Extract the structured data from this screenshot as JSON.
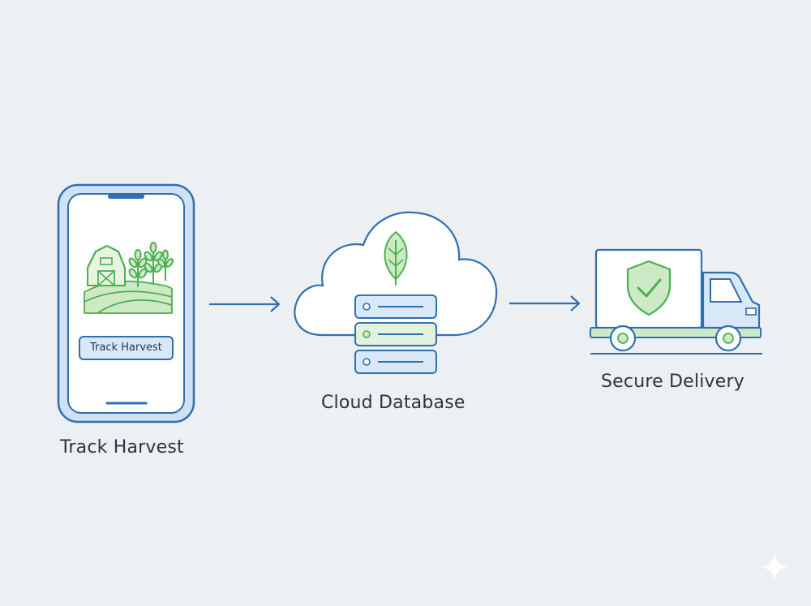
{
  "colors": {
    "background": "#edf0f3",
    "primary_blue": "#2f6fb0",
    "light_blue": "#d9e8f7",
    "accent_green": "#4caf50",
    "light_green": "#cde9c5",
    "text": "#2b3440"
  },
  "steps": [
    {
      "icon": "smartphone-farm-icon",
      "label": "Track Harvest",
      "screen_button_label": "Track Harvest"
    },
    {
      "icon": "cloud-database-icon",
      "label": "Cloud Database"
    },
    {
      "icon": "delivery-truck-shield-icon",
      "label": "Secure Delivery"
    }
  ],
  "connectors": [
    {
      "from": "Track Harvest",
      "to": "Cloud Database"
    },
    {
      "from": "Cloud Database",
      "to": "Secure Delivery"
    }
  ]
}
